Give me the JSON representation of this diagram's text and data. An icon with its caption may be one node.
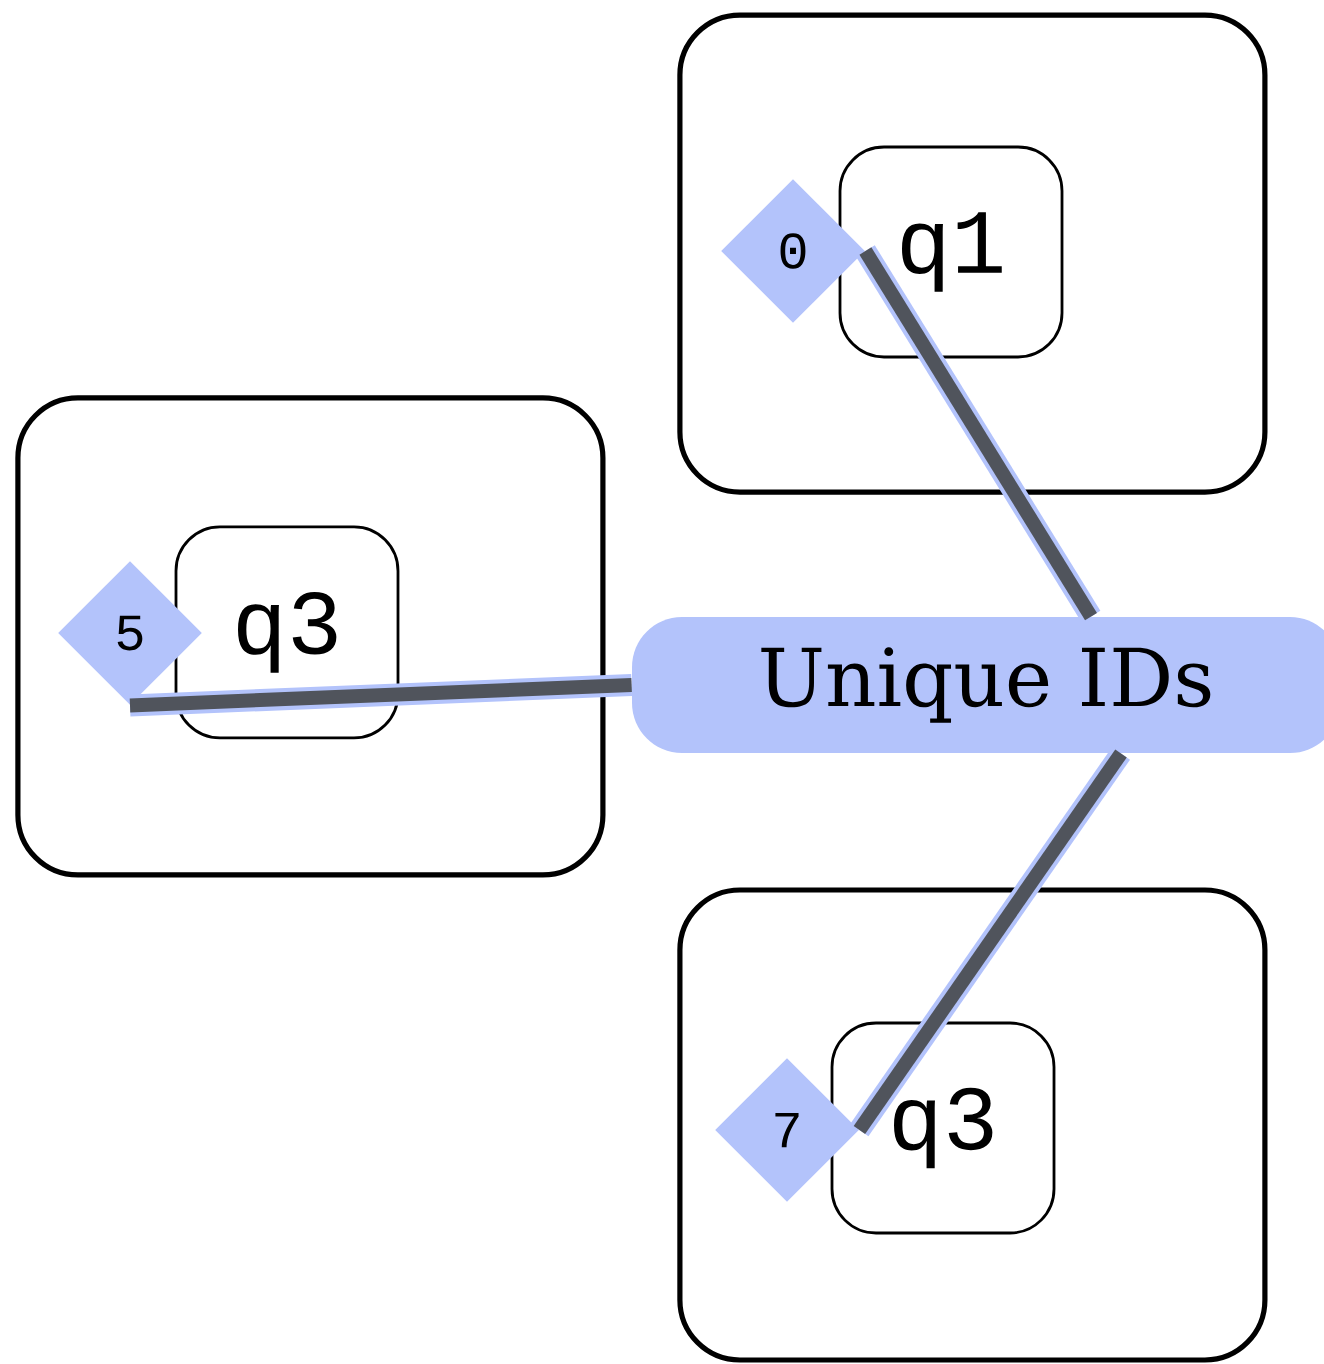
{
  "diagram": {
    "nodes": [
      {
        "text": [],
        "shape": "box"
      },
      {
        "text": [
          "q1"
        ],
        "in": 0
      },
      {
        "text": [
          "0"
        ],
        "in": 0
      },
      {
        "text": [],
        "shape": "box"
      },
      {
        "text": [
          "q3"
        ],
        "in": 3
      },
      {
        "text": [
          "5"
        ],
        "in": 3
      },
      {
        "text": [],
        "shape": "box"
      },
      {
        "text": [
          "q3"
        ],
        "in": 6
      },
      {
        "text": [
          "7"
        ],
        "in": 6
      },
      {
        "text": [
          "Unique IDs"
        ]
      }
    ],
    "edges": [
      {
        "from": 9,
        "to": 2,
        "arrow": "none"
      },
      {
        "from": 9,
        "to": 5,
        "arrow": "none"
      },
      {
        "from": 9,
        "to": 8,
        "arrow": "none"
      }
    ]
  }
}
